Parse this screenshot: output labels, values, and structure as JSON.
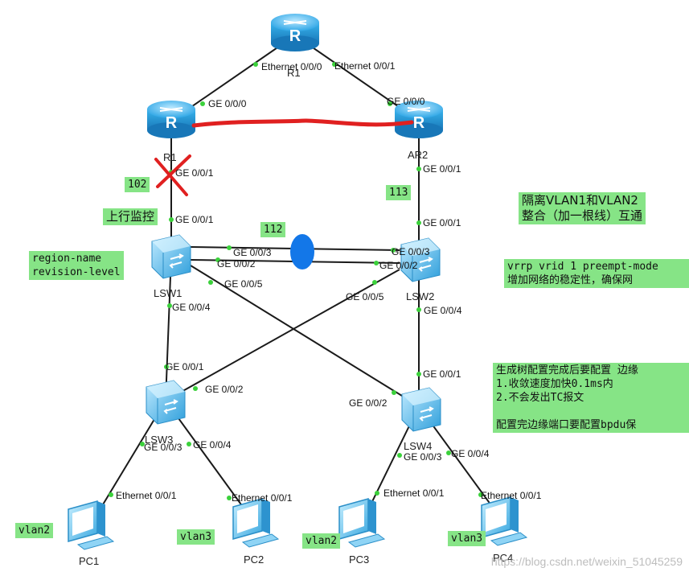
{
  "devices": {
    "r1": "R1",
    "ar1": "R1",
    "ar2": "AR2",
    "lsw1": "LSW1",
    "lsw2": "LSW2",
    "lsw3": "LSW3",
    "lsw4": "LSW4",
    "pc1": "PC1",
    "pc2": "PC2",
    "pc3": "PC3",
    "pc4": "PC4"
  },
  "ports": {
    "r1_e0": "Ethernet 0/0/0",
    "r1_e1": "Ethernet 0/0/1",
    "ar1_ge0": "GE 0/0/0",
    "ar1_ge1": "GE 0/0/1",
    "ar2_ge0": "GE 0/0/0",
    "ar2_ge1": "GE 0/0/1",
    "lsw1_ge1": "GE 0/0/1",
    "lsw1_ge3": "GE 0/0/3",
    "lsw1_ge2": "GE 0/0/2",
    "lsw1_ge5": "GE 0/0/5",
    "lsw1_ge4": "GE 0/0/4",
    "lsw2_ge1": "GE 0/0/1",
    "lsw2_ge3": "GE 0/0/3",
    "lsw2_ge2": "GE 0/0/2",
    "lsw2_ge5": "GE 0/0/5",
    "lsw2_ge4": "GE 0/0/4",
    "lsw3_ge1": "GE 0/0/1",
    "lsw3_ge2": "GE 0/0/2",
    "lsw3_ge3": "GE 0/0/3",
    "lsw3_ge4": "GE 0/0/4",
    "lsw4_ge1": "GE 0/0/1",
    "lsw4_ge2": "GE 0/0/2",
    "lsw4_ge3": "GE 0/0/3",
    "lsw4_ge4": "GE 0/0/4",
    "pc1_e1": "Ethernet 0/0/1",
    "pc2_e1": "Ethernet 0/0/1",
    "pc3_e1": "Ethernet 0/0/1",
    "pc4_e1": "Ethernet 0/0/1"
  },
  "notes": {
    "vlan102": "102",
    "vlan113": "113",
    "vlan112": "112",
    "uplink_monitor": "上行监控",
    "region": "region-name\nrevision-level",
    "isolate": "隔离VLAN1和VLAN2\n整合（加一根线）互通",
    "vrrp": "vrrp vrid 1 preempt-mode\n增加网络的稳定性，确保网",
    "stp": "生成树配置完成后要配置 边缘\n1.收敛速度加快0.1ms内\n2.不会发出TC报文\n\n配置完边缘端口要配置bpdu保",
    "pc1_vlan": "vlan2",
    "pc2_vlan": "vlan3",
    "pc3_vlan": "vlan2",
    "pc4_vlan": "vlan3"
  },
  "watermark": "https://blog.csdn.net/weixin_51045259",
  "colors": {
    "router": "#38b3ec",
    "switch": "#5cc4f0",
    "note_bg": "#86e486",
    "port_dot": "#3bd13b",
    "annotation_red": "#e02020",
    "aggregation_oval": "#1377e8"
  },
  "icons": [
    "router-icon",
    "switch-icon",
    "pc-icon"
  ]
}
